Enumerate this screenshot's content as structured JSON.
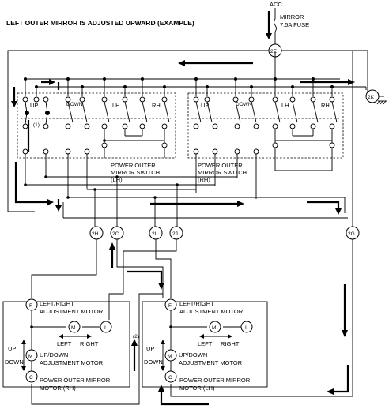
{
  "title": "LEFT OUTER MIRROR IS ADJUSTED UPWARD (EXAMPLE)",
  "power": {
    "acc": "ACC",
    "fuse_line1": "MIRROR",
    "fuse_line2": "7.5A FUSE"
  },
  "connectors": {
    "c2E": "2E",
    "c2K": "2K",
    "c2H": "2H",
    "c2C": "2C",
    "c2I": "2I",
    "c2J": "2J",
    "c2G": "2G"
  },
  "switch_lh": {
    "up": "UP",
    "down": "DOWN",
    "lh": "LH",
    "rh": "RH",
    "note": "(1)",
    "name1": "POWER OUTER",
    "name2": "MIRROR SWITCH",
    "name3": "(LH)"
  },
  "switch_rh": {
    "up": "UP",
    "down": "DOWN",
    "lh": "LH",
    "rh": "RH",
    "name1": "POWER OUTER",
    "name2": "MIRROR SWITCH",
    "name3": "(RH)"
  },
  "motor_rh": {
    "f": "F",
    "i": "I",
    "c": "C",
    "m": "M",
    "lr1": "LEFT/RIGHT",
    "lr2": "ADJUSTMENT MOTOR",
    "left": "LEFT",
    "right": "RIGHT",
    "up": "UP",
    "down": "DOWN",
    "ud1": "UP/DOWN",
    "ud2": "ADJUSTMENT MOTOR",
    "name1": "POWER OUTER MIRROR",
    "name2": "MOTOR (RH)"
  },
  "motor_lh": {
    "f": "F",
    "i": "I",
    "c": "C",
    "m": "M",
    "note": "(2)",
    "lr1": "LEFT/RIGHT",
    "lr2": "ADJUSTMENT MOTOR",
    "left": "LEFT",
    "right": "RIGHT",
    "up": "UP",
    "down": "DOWN",
    "ud1": "UP/DOWN",
    "ud2": "ADJUSTMENT MOTOR",
    "name1": "POWER OUTER MIRROR",
    "name2": "MOTOR (LH)"
  }
}
